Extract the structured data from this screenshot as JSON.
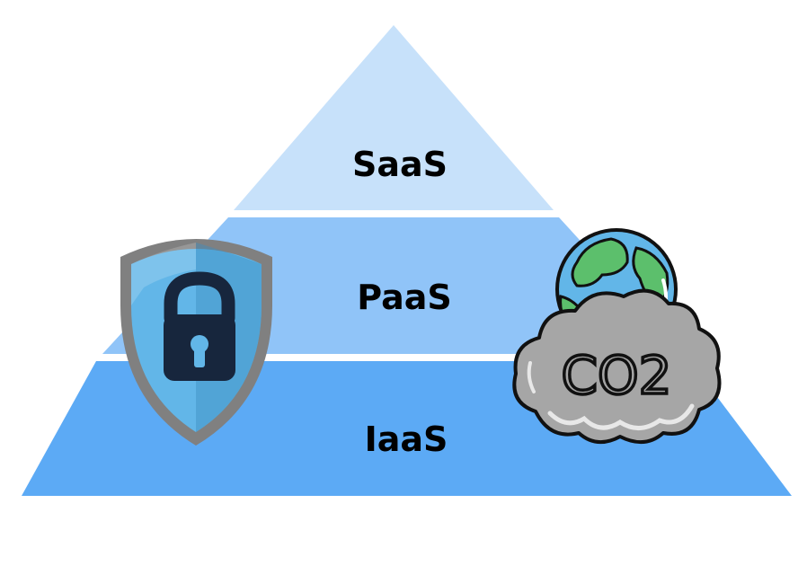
{
  "pyramid": {
    "layers": [
      {
        "label": "SaaS",
        "color": "#c7e1fa"
      },
      {
        "label": "PaaS",
        "color": "#90c4f8"
      },
      {
        "label": "IaaS",
        "color": "#5caaf5"
      }
    ]
  },
  "icons": {
    "left": "shield-lock-icon",
    "right": "globe-co2-cloud-icon"
  },
  "co2": {
    "text": "CO2"
  }
}
